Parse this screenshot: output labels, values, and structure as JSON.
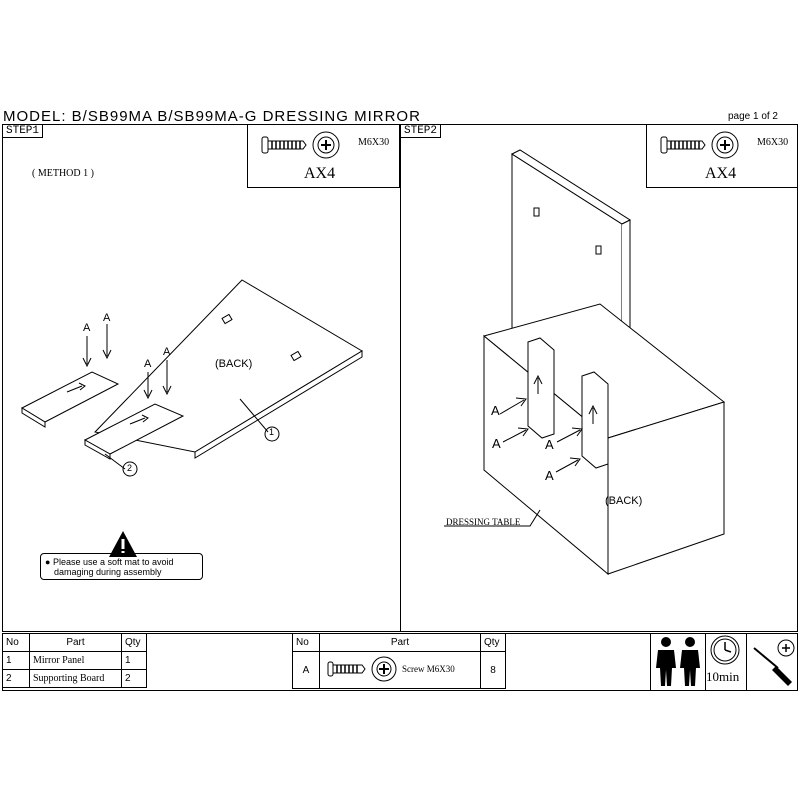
{
  "header": {
    "title": "MODEL: B/SB99MA  B/SB99MA-G DRESSING MIRROR",
    "page": "page 1 of 2"
  },
  "step1": {
    "label": "STEP1",
    "method": "( METHOD 1 )",
    "screw_spec": "M6X30",
    "screw_qty": "AX4",
    "back_label": "(BACK)",
    "callouts": [
      "A",
      "A",
      "A",
      "A"
    ],
    "part_refs": [
      "1",
      "2"
    ],
    "warning": [
      "Please use a soft mat to avoid",
      "damaging during assembly"
    ]
  },
  "step2": {
    "label": "STEP2",
    "screw_spec": "M6X30",
    "screw_qty": "AX4",
    "back_label": "(BACK)",
    "table_label": "DRESSING TABLE",
    "callouts": [
      "A",
      "A",
      "A",
      "A"
    ]
  },
  "parts_table": {
    "headers": [
      "No",
      "Part",
      "Qty"
    ],
    "rows": [
      {
        "no": "1",
        "part": "Mirror Panel",
        "qty": "1"
      },
      {
        "no": "2",
        "part": "Supporting Board",
        "qty": "2"
      }
    ]
  },
  "hardware_table": {
    "headers": [
      "No",
      "Part",
      "Qty"
    ],
    "rows": [
      {
        "no": "A",
        "part": "Screw  M6X30",
        "qty": "8"
      }
    ]
  },
  "info": {
    "time": "10min"
  }
}
